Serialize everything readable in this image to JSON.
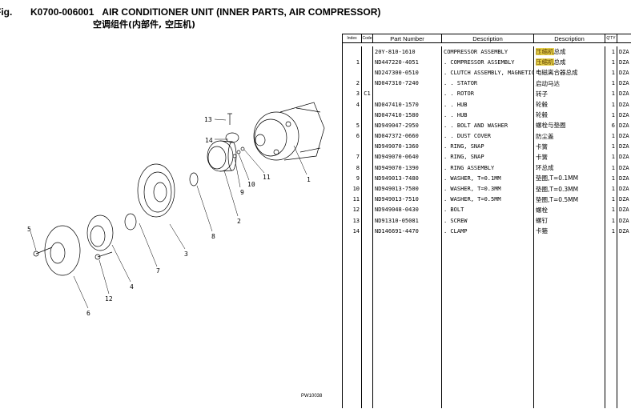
{
  "header": {
    "fig_label": "Fig.",
    "code": "K0700-006001",
    "title": "AIR CONDITIONER UNIT (INNER PARTS, AIR COMPRESSOR)",
    "title_cn": "空调组件(内部件, 空压机)"
  },
  "diagram": {
    "id": "PW10038",
    "callouts": [
      "1",
      "2",
      "3",
      "4",
      "5",
      "6",
      "7",
      "8",
      "9",
      "10",
      "11",
      "12",
      "13",
      "14"
    ]
  },
  "table": {
    "headers": [
      "Index",
      "Code",
      "Part Number",
      "Description",
      "Description",
      "Q'TY",
      ""
    ],
    "highlight_color": "#e8d24a",
    "rows": [
      {
        "index": "",
        "code": "",
        "part": "20Y-810-1610",
        "desc": "COMPRESSOR ASSEMBLY",
        "cn_hl": "压缩机",
        "cn": "总成",
        "qty": "1",
        "remark": "DZA"
      },
      {
        "index": "1",
        "code": "",
        "part": "ND447220-4051",
        "desc": ". COMPRESSOR ASSEMBLY",
        "cn_hl": "压缩机",
        "cn": "总成",
        "qty": "1",
        "remark": "DZA"
      },
      {
        "index": "",
        "code": "",
        "part": "ND247300-0510",
        "desc": ". CLUTCH ASSEMBLY, MAGNETIC",
        "cn_hl": "",
        "cn": "电磁离合器总成",
        "qty": "1",
        "remark": "DZA"
      },
      {
        "index": "2",
        "code": "",
        "part": "ND047310-7240",
        "desc": ". . STATOR",
        "cn_hl": "",
        "cn": "启动马达",
        "qty": "1",
        "remark": "DZA"
      },
      {
        "index": "3",
        "code": "C1",
        "part": "",
        "desc": ". . ROTOR",
        "cn_hl": "",
        "cn": "转子",
        "qty": "1",
        "remark": "DZA"
      },
      {
        "index": "4",
        "code": "",
        "part": "ND047410-1570",
        "desc": ". . HUB",
        "cn_hl": "",
        "cn": "轮毂",
        "qty": "1",
        "remark": "DZA"
      },
      {
        "index": "",
        "code": "",
        "part": "ND047410-1580",
        "desc": ". . HUB",
        "cn_hl": "",
        "cn": "轮毂",
        "qty": "1",
        "remark": "DZA"
      },
      {
        "index": "5",
        "code": "",
        "part": "ND949047-2950",
        "desc": ". . BOLT AND WASHER",
        "cn_hl": "",
        "cn": "螺栓与垫圈",
        "qty": "6",
        "remark": "DZA"
      },
      {
        "index": "6",
        "code": "",
        "part": "ND047372-0660",
        "desc": ". . DUST COVER",
        "cn_hl": "",
        "cn": "防尘盖",
        "qty": "1",
        "remark": "DZA"
      },
      {
        "index": "",
        "code": "",
        "part": "ND949070-1360",
        "desc": ". RING, SNAP",
        "cn_hl": "",
        "cn": "卡簧",
        "qty": "1",
        "remark": "DZA"
      },
      {
        "index": "7",
        "code": "",
        "part": "ND949070-0640",
        "desc": ". RING, SNAP",
        "cn_hl": "",
        "cn": "卡簧",
        "qty": "1",
        "remark": "DZA"
      },
      {
        "index": "8",
        "code": "",
        "part": "ND949070-1390",
        "desc": ". RING ASSEMBLY",
        "cn_hl": "",
        "cn": "环总成",
        "qty": "1",
        "remark": "DZA"
      },
      {
        "index": "9",
        "code": "",
        "part": "ND949013-7480",
        "desc": ". WASHER, T=0.1MM",
        "cn_hl": "",
        "cn": "垫圈,T=0.1MM",
        "qty": "1",
        "remark": "DZA"
      },
      {
        "index": "10",
        "code": "",
        "part": "ND949013-7500",
        "desc": ". WASHER, T=0.3MM",
        "cn_hl": "",
        "cn": "垫圈,T=0.3MM",
        "qty": "1",
        "remark": "DZA"
      },
      {
        "index": "11",
        "code": "",
        "part": "ND949013-7510",
        "desc": ". WASHER, T=0.5MM",
        "cn_hl": "",
        "cn": "垫圈,T=0.5MM",
        "qty": "1",
        "remark": "DZA"
      },
      {
        "index": "12",
        "code": "",
        "part": "ND949048-0430",
        "desc": ". BOLT",
        "cn_hl": "",
        "cn": "螺栓",
        "qty": "1",
        "remark": "DZA"
      },
      {
        "index": "13",
        "code": "",
        "part": "ND91310-05081",
        "desc": ". SCREW",
        "cn_hl": "",
        "cn": "螺钉",
        "qty": "1",
        "remark": "DZA"
      },
      {
        "index": "14",
        "code": "",
        "part": "ND146691-4470",
        "desc": ". CLAMP",
        "cn_hl": "",
        "cn": "卡箍",
        "qty": "1",
        "remark": "DZA"
      }
    ]
  }
}
